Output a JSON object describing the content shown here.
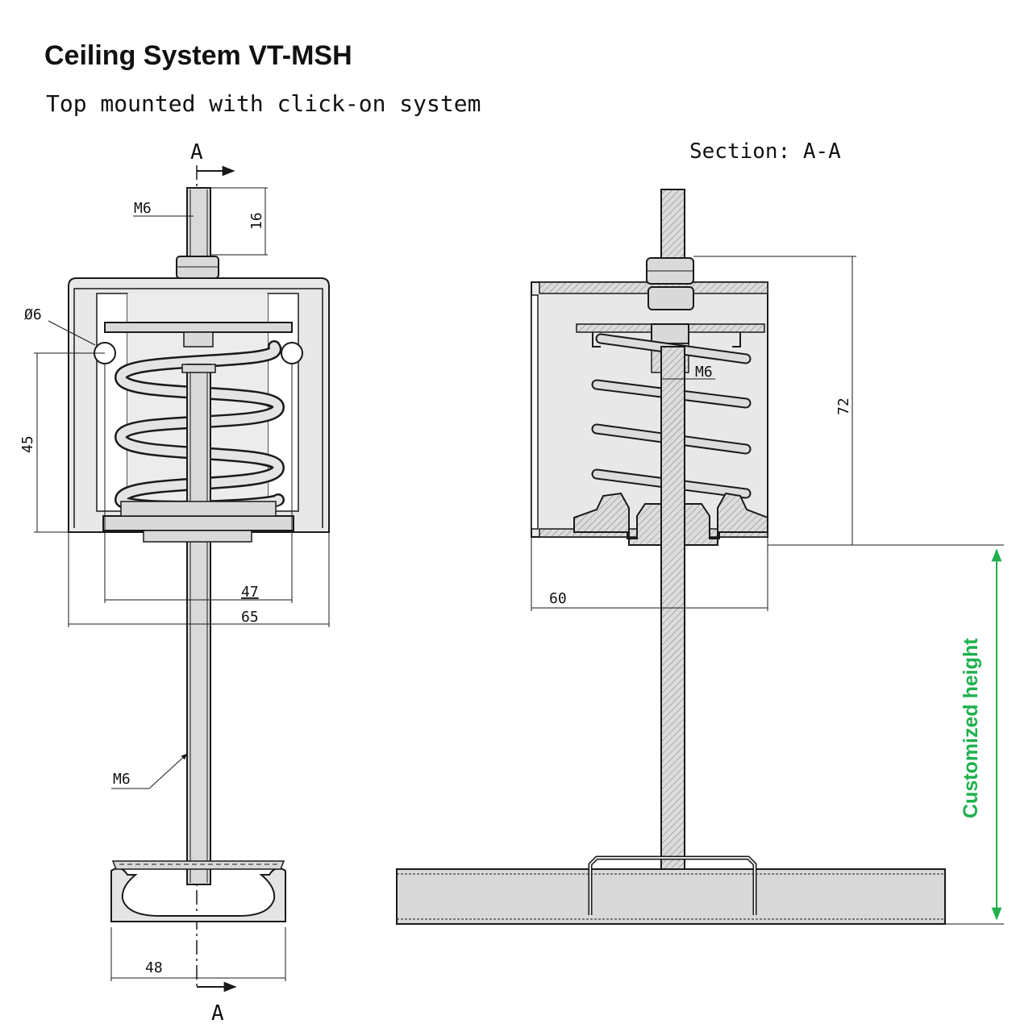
{
  "title": "Ceiling System VT-MSH",
  "subtitle": "Top mounted with click-on system",
  "colors": {
    "line": "#1a1a1a",
    "part_fill": "#d9d9d9",
    "part_fill_light": "#e8e8e8",
    "accent_green": "#1fb04d"
  },
  "front_view": {
    "section_mark_top": "A",
    "section_mark_bottom": "A",
    "labels": {
      "thread_top": "M6",
      "hole_diameter": "Ø6",
      "thread_rod": "M6"
    },
    "dimensions": {
      "bolt_length": "16",
      "hole_spacing_vertical": "45",
      "hole_spacing_horizontal": "47",
      "housing_width": "65",
      "clip_width": "48"
    }
  },
  "section_view": {
    "title": "Section: A-A",
    "labels": {
      "thread_nut": "M6"
    },
    "dimensions": {
      "housing_height": "72",
      "housing_width": "60"
    },
    "customized_height_label": "Customized height"
  }
}
